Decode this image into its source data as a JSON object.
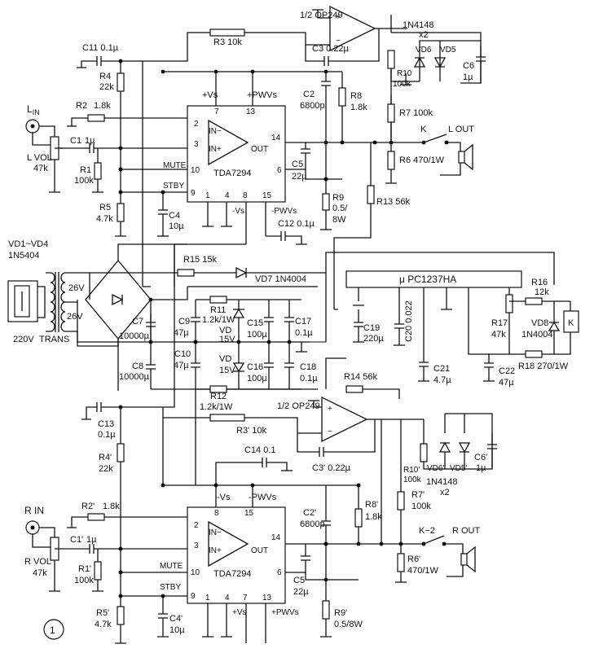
{
  "figure_number": "1",
  "transformer": {
    "primary": "220V",
    "name": "TRANS",
    "sec_a": "26V",
    "sec_b": "26V"
  },
  "rectifier": {
    "line1": "VD1~VD4",
    "line2": "1N5404"
  },
  "left": {
    "input": "L",
    "input_sub": "IN",
    "vol_line1": "L VOL",
    "vol_line2": "47k",
    "c11": "C11  0.1µ",
    "r4_name": "R4",
    "r4_val": "22k",
    "r2_name": "R2",
    "r2_val": "1.8k",
    "c1_name": "C1",
    "c1_val": "1µ",
    "r1_name": "R1",
    "r1_val": "100k",
    "r5_name": "R5",
    "r5_val": "4.7k",
    "c4_name": "C4",
    "c4_val": "10µ",
    "r3": "R3  10k",
    "c3": "C3  0.22µ",
    "opamp": "1/2  OP249",
    "c2_name": "C2",
    "c2_val": "6800p",
    "r8_name": "R8",
    "r8_val": "1.8k",
    "c5_name": "C5",
    "c5_val": "22µ",
    "r9_name": "R9",
    "r9_val1": "0.5/",
    "r9_val2": "8W",
    "c12": "C12  0.1µ",
    "diodes_type": "1N4148",
    "diodes_count": "x2",
    "vd6": "VD6",
    "vd5": "VD5",
    "c6_name": "C6",
    "c6_val": "1µ",
    "r10_name": "R10",
    "r10_val": "100k",
    "r7": "R7  100k",
    "relay": "K",
    "output": "L  OUT",
    "r6": "R6   470/1W",
    "ic": {
      "name": "TDA7294",
      "pins": {
        "p7": "7",
        "p13": "13",
        "p2": "2",
        "p3": "3",
        "p14": "14",
        "p10": "10",
        "p6": "6",
        "p9": "9",
        "p1": "1",
        "p4": "4",
        "p8": "8",
        "p15": "15"
      },
      "labels": {
        "vs_pos": "+Vs",
        "pwvs_pos": "+PWVs",
        "in_neg": "IN−",
        "in_pos": "IN+",
        "out": "OUT",
        "mute": "MUTE",
        "stby": "STBY",
        "vs_neg": "-Vs",
        "pwvs_neg": "-PWVs"
      }
    }
  },
  "psu": {
    "r15": "R15  15k",
    "vd7": "VD7  1N4004",
    "c7_name": "C7",
    "c7_val": "10000µ",
    "c8_name": "C8",
    "c8_val": "10000µ",
    "c9_name": "C9",
    "c9_val": "47µ",
    "c10_name": "C10",
    "c10_val": "47µ",
    "r11_name": "R11",
    "r11_val": "1.2k/1W",
    "r12_name": "R12",
    "r12_val": "1.2k/1W",
    "vd_top_name": "VD",
    "vd_top_val": "15V",
    "vd_bot_name": "VD",
    "vd_bot_val": "15V",
    "c15_name": "C15",
    "c15_val": "100µ",
    "c16_name": "C16",
    "c16_val": "100µ",
    "c17_name": "C17",
    "c17_val": "0.1µ",
    "c18_name": "C18",
    "c18_val": "0.1µ"
  },
  "protection": {
    "ic_name": "μ PC1237HA",
    "r13": "R13  56k",
    "r14": "R14  56k",
    "c19_name": "C19",
    "c19_val": "220µ",
    "c20": "C20  0.022",
    "c21_name": "C21",
    "c21_val": "4.7µ",
    "r17_name": "R17",
    "r17_val": "47k",
    "c22_name": "C22",
    "c22_val": "47µ",
    "r16_name": "R16",
    "r16_val": "12k",
    "vd8_name": "VD8",
    "vd8_val": "1N4004",
    "r18": "R18   270/1W",
    "relay": "K"
  },
  "right": {
    "input": "R  IN",
    "vol_line1": "R VOL",
    "vol_line2": "47k",
    "c13_name": "C13",
    "c13_val": "0.1µ",
    "r4_name": "R4'",
    "r4_val": "22k",
    "r2_name": "R2'",
    "r2_val": "1.8k",
    "c1_name": "C1'",
    "c1_val": "1µ",
    "r1_name": "R1'",
    "r1_val": "100k",
    "r5_name": "R5'",
    "r5_val": "4.7k",
    "c4_name": "C4'",
    "c4_val": "10µ",
    "r3": "R3'  10k",
    "c3": "C3'  0.22µ",
    "opamp": "1/2  OP249",
    "c14": "C14  0.1",
    "c2_name": "C2'",
    "c2_val": "6800p",
    "r8_name": "R8'",
    "r8_val": "1.8k",
    "c5_name": "C5'",
    "c5_val": "22µ",
    "r9_name": "R9'",
    "r9_val": "0.5/8W",
    "r10_name": "R10'",
    "r10_val": "100k",
    "vd6": "VD6'",
    "vd5": "VD5'",
    "c6_name": "C6'",
    "c6_val": "1µ",
    "diodes_type": "1N4148",
    "diodes_count": "x2",
    "r7_name": "R7'",
    "r7_val": "100k",
    "relay": "K−2",
    "output": "R  OUT",
    "r6_name": "R6'",
    "r6_val": "470/1W",
    "ic": {
      "name": "TDA7294",
      "pins": {
        "p8": "8",
        "p15": "15",
        "p2": "2",
        "p3": "3",
        "p14": "14",
        "p10": "10",
        "p6": "6",
        "p9": "9",
        "p1": "1",
        "p4": "4",
        "p7": "7",
        "p13": "13"
      },
      "labels": {
        "vs_neg": "-Vs",
        "pwvs_neg": "-PWVs",
        "in_neg": "IN−",
        "in_pos": "IN+",
        "out": "OUT",
        "mute": "MUTE",
        "stby": "STBY",
        "vs_pos": "+Vs",
        "pwvs_pos": "+PWVs"
      }
    }
  }
}
